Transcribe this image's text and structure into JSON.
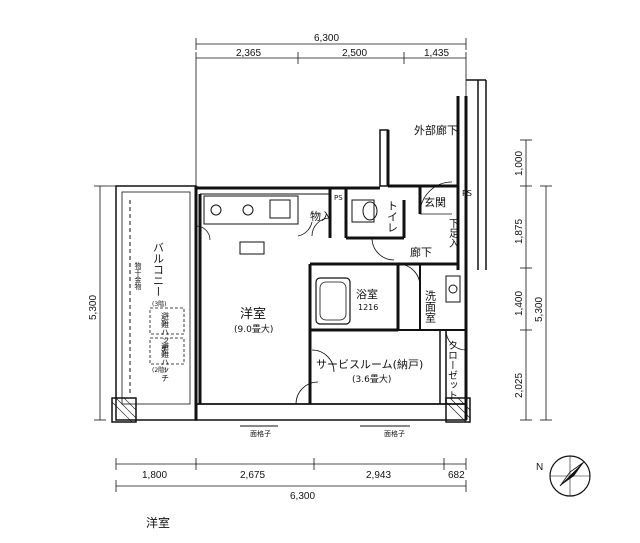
{
  "dimensions": {
    "top_total": "6,300",
    "top_segments": [
      "2,365",
      "2,500",
      "1,435"
    ],
    "bottom_segments": [
      "1,800",
      "2,675",
      "2,943",
      "682"
    ],
    "bottom_total": "6,300",
    "left_total": "5,300",
    "right_segments": [
      "1,000",
      "1,875",
      "1,400",
      "2,025"
    ],
    "right_total": "5,300"
  },
  "rooms": {
    "western_room": "洋室",
    "western_room_size": "(9.0畳大)",
    "service_room": "サービスルーム(納戸)",
    "service_room_size": "(3.6畳大)",
    "bathroom": "浴室",
    "bath_code": "1216",
    "washroom": "洗面室",
    "toilet": "トイレ",
    "entrance": "玄関",
    "hallway": "廊下",
    "outer_corridor": "外部廊下",
    "storage": "物入",
    "shoe_storage": "下足入",
    "closet": "クローゼット",
    "balcony": "バルコニー",
    "ps_left": "PS",
    "ps_right": "PS",
    "handrail": "物干金物",
    "hatch_top": "避難ハッチ",
    "hatch_top_floor": "(3階)",
    "hatch_bottom": "避難ハッチ",
    "hatch_bottom_floor": "(2階)",
    "window_rail_left": "面格子",
    "window_rail_right": "面格子"
  },
  "compass": {
    "label": "N"
  },
  "caption": "洋室"
}
